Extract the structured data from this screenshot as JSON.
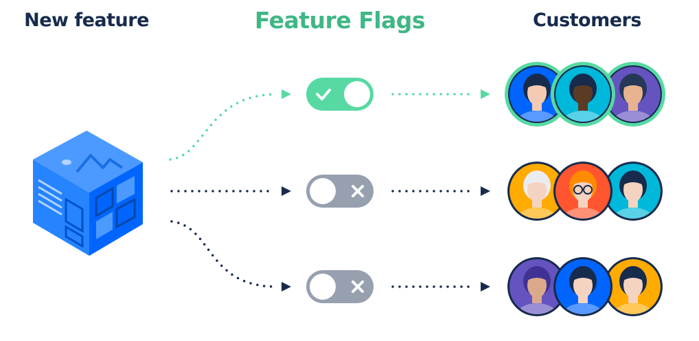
{
  "headings": {
    "new_feature": "New feature",
    "feature_flags": "Feature Flags",
    "customers": "Customers"
  },
  "colors": {
    "heading": "#172B4D",
    "flags_heading": "#3FB785",
    "enabled": "#57D9A3",
    "disabled": "#97A0AF",
    "cube": "#2684FF"
  },
  "flags": [
    {
      "state": "on",
      "icon": "check-icon"
    },
    {
      "state": "off",
      "icon": "x-icon"
    },
    {
      "state": "off",
      "icon": "x-icon"
    }
  ],
  "customer_groups": [
    {
      "highlighted": true,
      "avatar_colors": [
        "#0065FF",
        "#00B8D9",
        "#6554C0"
      ]
    },
    {
      "highlighted": false,
      "avatar_colors": [
        "#FFAB00",
        "#FF5630",
        "#00B8D9"
      ]
    },
    {
      "highlighted": false,
      "avatar_colors": [
        "#6554C0",
        "#0065FF",
        "#FFAB00"
      ]
    }
  ]
}
